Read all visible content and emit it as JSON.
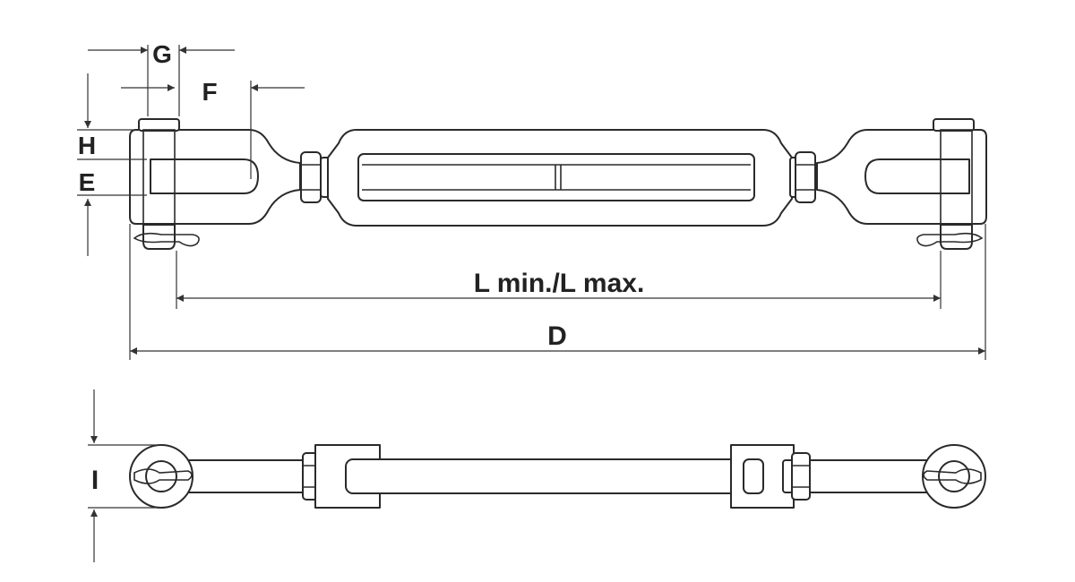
{
  "dimensions": {
    "G": "G",
    "F": "F",
    "H": "H",
    "E": "E",
    "L": "L min./L max.",
    "D": "D",
    "I": "I"
  },
  "colors": {
    "line": "#2a2a2a",
    "background": "#ffffff"
  }
}
